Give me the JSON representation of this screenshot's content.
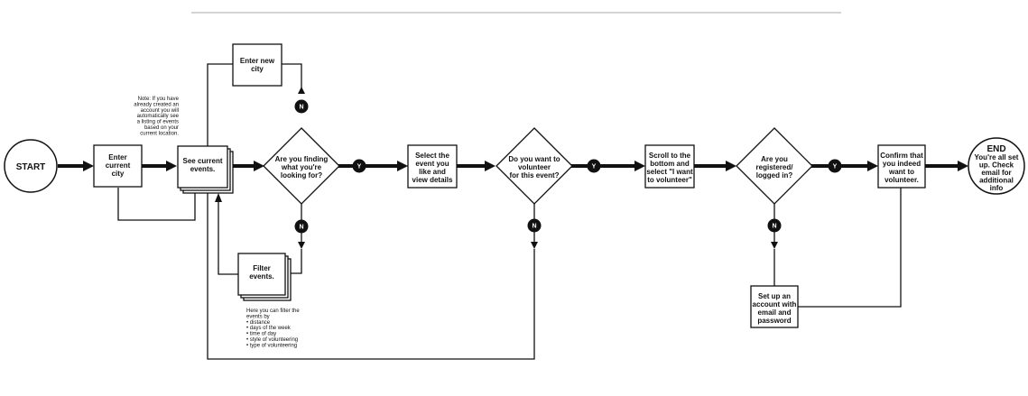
{
  "nodes": {
    "start": "START",
    "enter_current_city": [
      "Enter",
      "current",
      "city"
    ],
    "see_current_events": [
      "See current",
      "events."
    ],
    "enter_new_city": [
      "Enter new",
      "city"
    ],
    "filter_events": [
      "Filter",
      "events."
    ],
    "finding_question": [
      "Are you finding",
      "what you're",
      "looking for?"
    ],
    "select_event": [
      "Select the",
      "event you",
      "like and",
      "view details"
    ],
    "volunteer_question": [
      "Do you want to",
      "volunteer",
      "for this event?"
    ],
    "scroll_bottom": [
      "Scroll to the",
      "bottom and",
      "select \"I want",
      "to volunteer\""
    ],
    "registered_question": [
      "Are you",
      "registered/",
      "logged in?"
    ],
    "confirm": [
      "Confirm that",
      "you indeed",
      "want to",
      "volunteer."
    ],
    "setup_account": [
      "Set up an",
      "account with",
      "email and",
      "password"
    ],
    "end_title": "END",
    "end_text": [
      "You're all set",
      "up. Check",
      "email for",
      "additional",
      "info"
    ]
  },
  "notes": {
    "location_note": [
      "Note: If you have",
      "already created an",
      "account you will",
      "automatically see",
      "a listing of events",
      "based on your",
      "current location."
    ],
    "filter_note": [
      "Here you can filter the",
      "events by",
      "• distance",
      "• days of the week",
      "• time of day",
      "• style of volunteering",
      "• type of volunteering"
    ]
  },
  "badges": {
    "yes": "Y",
    "no": "N"
  },
  "colors": {
    "ink": "#111111",
    "background": "#ffffff",
    "top_rule": "#bbbbbb"
  }
}
